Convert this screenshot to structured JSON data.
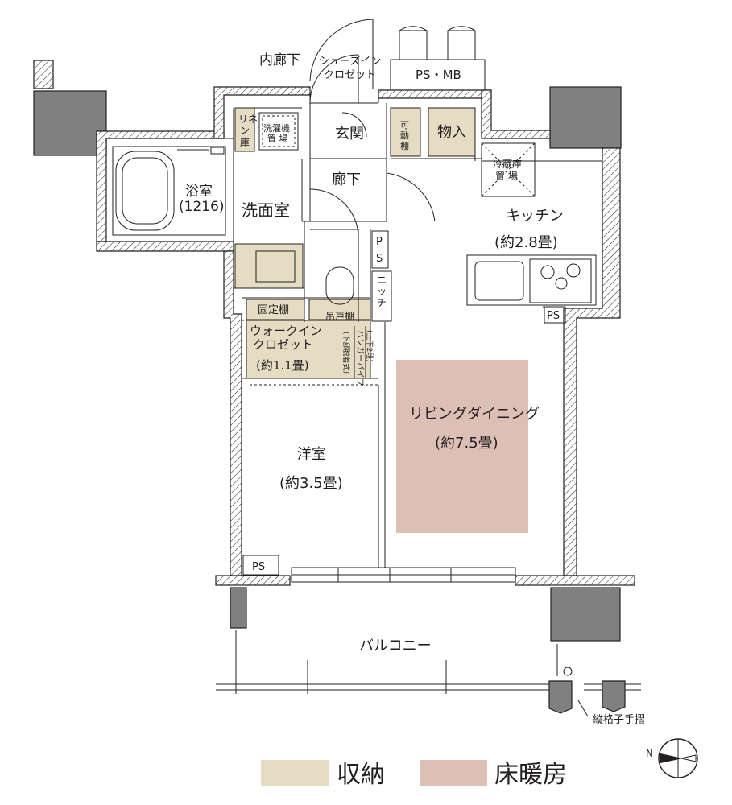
{
  "rooms": {
    "inner_corridor": "内廊下",
    "shoe_in_closet_line1": "シューズイン",
    "shoe_in_closet_line2": "クロゼット",
    "ps_mb": "PS・MB",
    "linen_line1": "リネ",
    "linen_line2": "ン",
    "linen_line3": "庫",
    "washer_line1": "洗濯機",
    "washer_line2": "置 場",
    "entrance": "玄関",
    "movable_shelf_line1": "可",
    "movable_shelf_line2": "動",
    "movable_shelf_line3": "棚",
    "storage": "物入",
    "fridge_line1": "冷蔵庫",
    "fridge_line2": "置  場",
    "bath_line1": "浴室",
    "bath_line2": "(1216)",
    "washroom": "洗面室",
    "hallway": "廊下",
    "kitchen": "キッチン",
    "kitchen_size": "(約2.8畳)",
    "ps_1": "P",
    "ps_2": "S",
    "niche_1": "ニ",
    "niche_2": "ッ",
    "niche_3": "チ",
    "ps_kitchen": "PS",
    "fixed_shelf": "固定棚",
    "hanging_cabinet": "吊戸棚",
    "walkin_line1": "ウォークイン",
    "walkin_line2": "クロゼット",
    "walkin_size": "(約1.1畳)",
    "hanger_pipe_1": "ハンガーパイプ",
    "hanger_pipe_2": "(上下2段)",
    "hanger_pipe_3": "(下部脱着式)",
    "living_dining": "リビングダイニング",
    "living_size": "(約7.5畳)",
    "western_room": "洋室",
    "western_size": "(約3.5畳)",
    "ps_bottom": "PS",
    "balcony": "バルコニー",
    "lattice_rail": "縦格子手摺"
  },
  "legend": {
    "storage_label": "収納",
    "storage_color": "#e6dcc4",
    "floor_heating_label": "床暖房",
    "floor_heating_color": "#dcbfb5"
  },
  "compass": {
    "north_label": "N",
    "icon": "compass-rose-icon"
  }
}
